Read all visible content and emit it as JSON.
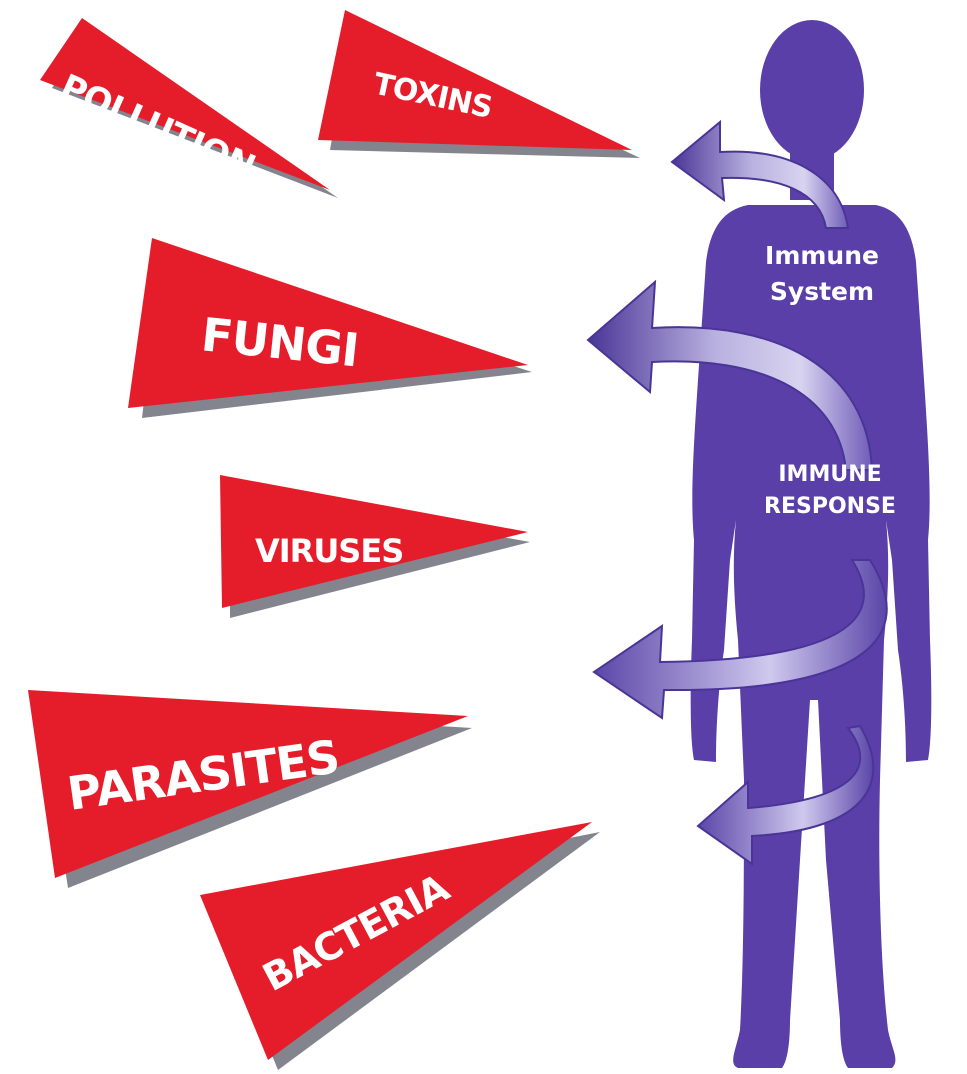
{
  "colors": {
    "threat_fill": "#e51d2a",
    "threat_shadow": "#6e6e7a",
    "body_fill": "#5a3fa8",
    "arrow_light": "#c9c3e8",
    "arrow_dark": "#4a3597",
    "label_text": "#ffffff"
  },
  "threats": {
    "pollution": "POLLUTION",
    "toxins": "TOXINS",
    "fungi": "FUNGI",
    "viruses": "VIRUSES",
    "parasites": "PARASITES",
    "bacteria": "BACTERIA"
  },
  "body": {
    "label_line1": "Immune",
    "label_line2": "System",
    "response_line1": "IMMUNE",
    "response_line2": "RESPONSE"
  },
  "icons": {
    "figure": "human-silhouette-icon",
    "arrows": "curved-arrow-icon"
  }
}
